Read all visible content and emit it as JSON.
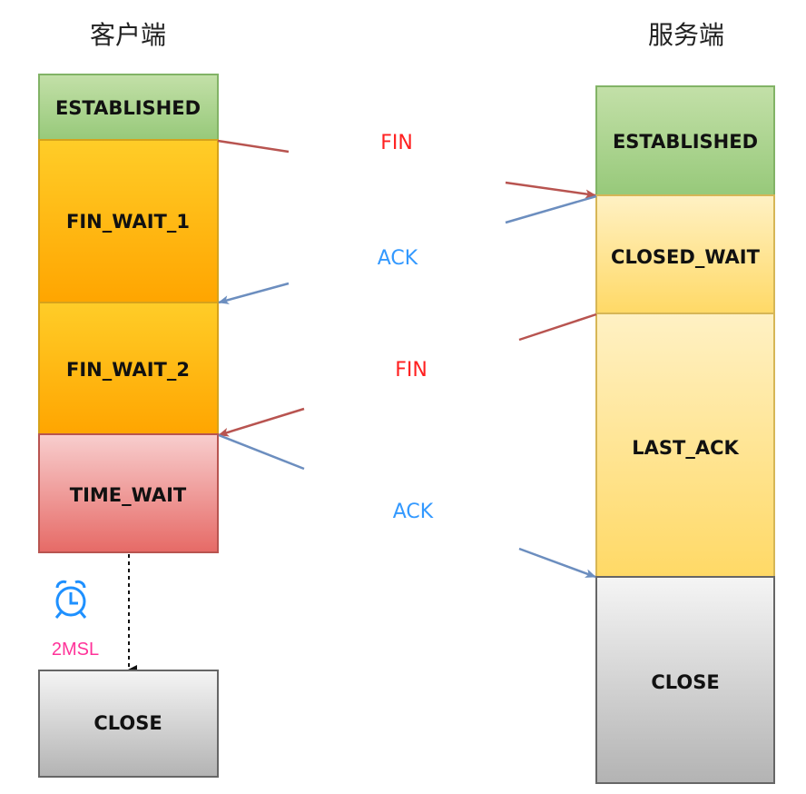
{
  "client": {
    "title": "客户端",
    "states": [
      "ESTABLISHED",
      "FIN_WAIT_1",
      "FIN_WAIT_2",
      "TIME_WAIT"
    ],
    "timer_label": "2MSL",
    "final_state": "CLOSE"
  },
  "server": {
    "title": "服务端",
    "states": [
      "ESTABLISHED",
      "CLOSED_WAIT",
      "LAST_ACK",
      "CLOSE"
    ]
  },
  "messages": [
    {
      "label": "FIN",
      "direction": "client-to-server",
      "color": "#ff2020"
    },
    {
      "label": "ACK",
      "direction": "server-to-client",
      "color": "#3399ff"
    },
    {
      "label": "FIN",
      "direction": "server-to-client",
      "color": "#ff2020"
    },
    {
      "label": "ACK",
      "direction": "client-to-server",
      "color": "#3399ff"
    }
  ],
  "colors": {
    "established": "#a9d18e",
    "fin_wait": "#ffaa00",
    "time_wait": "#ea6b66",
    "server_wait": "#ffe599",
    "close": "#d0d0d0",
    "fin_arrow": "#b85450",
    "ack_arrow": "#6c8ebf",
    "timer": "#1e90ff",
    "timer_label": "#ff3399"
  }
}
